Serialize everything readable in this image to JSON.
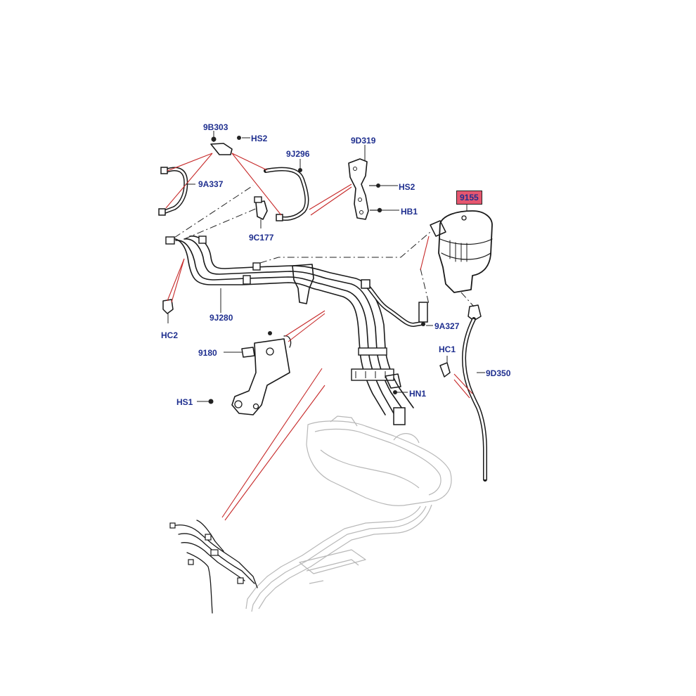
{
  "colors": {
    "label_text": "#1f2f8f",
    "highlight_fill": "#e5566f",
    "leader_red": "#c62828",
    "outline": "#1a1a1a"
  },
  "callouts": [
    {
      "id": "9B303",
      "text": "9B303"
    },
    {
      "id": "HS2-top",
      "text": "HS2"
    },
    {
      "id": "9J296",
      "text": "9J296"
    },
    {
      "id": "9D319",
      "text": "9D319"
    },
    {
      "id": "9A337",
      "text": "9A337"
    },
    {
      "id": "HS2-bracket",
      "text": "HS2"
    },
    {
      "id": "HB1",
      "text": "HB1"
    },
    {
      "id": "9155",
      "text": "9155",
      "highlighted": true
    },
    {
      "id": "9C177",
      "text": "9C177"
    },
    {
      "id": "HC2",
      "text": "HC2"
    },
    {
      "id": "9J280",
      "text": "9J280"
    },
    {
      "id": "9A327",
      "text": "9A327"
    },
    {
      "id": "9180",
      "text": "9180"
    },
    {
      "id": "HC1",
      "text": "HC1"
    },
    {
      "id": "9D350",
      "text": "9D350"
    },
    {
      "id": "HN1",
      "text": "HN1"
    },
    {
      "id": "HS1",
      "text": "HS1"
    }
  ]
}
